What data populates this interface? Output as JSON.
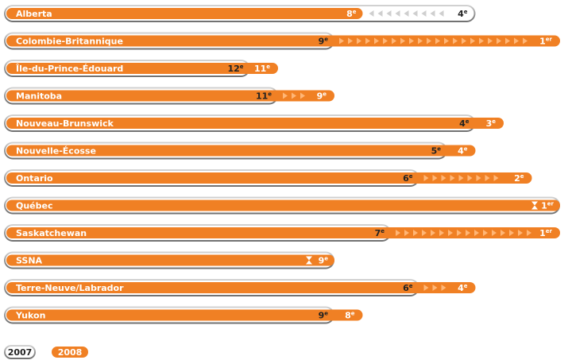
{
  "chart_data": {
    "type": "bar",
    "colors": {
      "y2007": "#8f8f8f",
      "y2008": "#f08024",
      "arrow_up": "#ffb676",
      "arrow_down": "#cfcfcf",
      "text_dark": "#222222"
    },
    "legend": [
      {
        "name": "2007",
        "color": "#8f8f8f"
      },
      {
        "name": "2008",
        "color": "#f08024"
      }
    ],
    "rows": [
      {
        "label": "Alberta",
        "rank2007": 4,
        "rank2008": 8,
        "suffix2007": "e",
        "suffix2008": "e"
      },
      {
        "label": "Colombie-Britannique",
        "rank2007": 9,
        "rank2008": 1,
        "suffix2007": "e",
        "suffix2008": "er"
      },
      {
        "label": "Île-du-Prince-Édouard",
        "rank2007": 12,
        "rank2008": 11,
        "suffix2007": "e",
        "suffix2008": "e"
      },
      {
        "label": "Manitoba",
        "rank2007": 11,
        "rank2008": 9,
        "suffix2007": "e",
        "suffix2008": "e"
      },
      {
        "label": "Nouveau-Brunswick",
        "rank2007": 4,
        "rank2008": 3,
        "suffix2007": "e",
        "suffix2008": "e"
      },
      {
        "label": "Nouvelle-Écosse",
        "rank2007": 5,
        "rank2008": 4,
        "suffix2007": "e",
        "suffix2008": "e"
      },
      {
        "label": "Ontario",
        "rank2007": 6,
        "rank2008": 2,
        "suffix2007": "e",
        "suffix2008": "e"
      },
      {
        "label": "Québec",
        "rank2007": 1,
        "rank2008": 1,
        "suffix2007": "er",
        "suffix2008": "er"
      },
      {
        "label": "Saskatchewan",
        "rank2007": 7,
        "rank2008": 1,
        "suffix2007": "e",
        "suffix2008": "er"
      },
      {
        "label": "SSNA",
        "rank2007": 9,
        "rank2008": 9,
        "suffix2007": "e",
        "suffix2008": "e"
      },
      {
        "label": "Terre-Neuve/Labrador",
        "rank2007": 6,
        "rank2008": 4,
        "suffix2007": "e",
        "suffix2008": "e"
      },
      {
        "label": "Yukon",
        "rank2007": 9,
        "rank2008": 8,
        "suffix2007": "e",
        "suffix2008": "e"
      }
    ]
  }
}
